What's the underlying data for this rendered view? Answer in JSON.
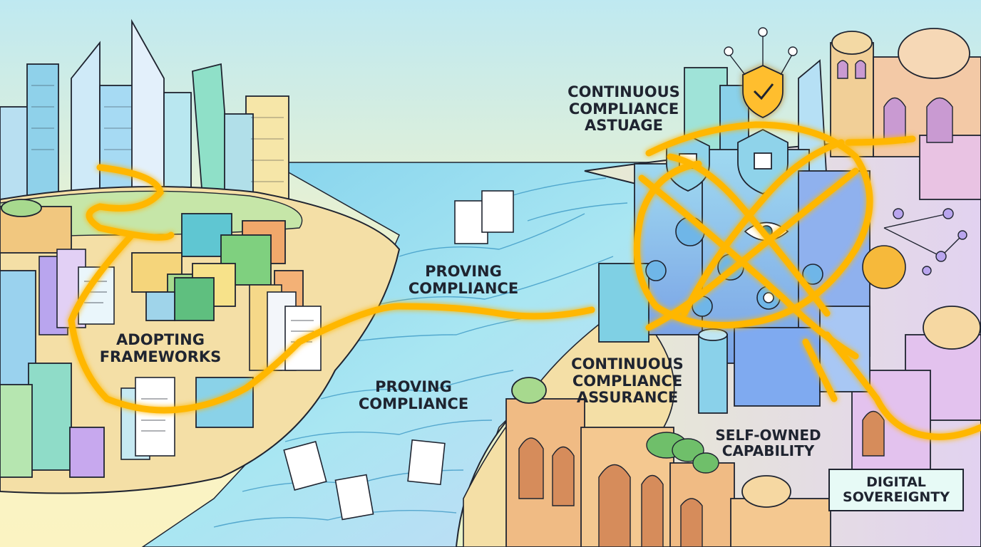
{
  "diagram": {
    "labels": {
      "adopting_frameworks": [
        "ADOPTING",
        "FRAMEWORKS"
      ],
      "proving_compliance_upper": [
        "PROVING",
        "COMPLIANCE"
      ],
      "proving_compliance_lower": [
        "PROVING",
        "COMPLIANCE"
      ],
      "continuous_compliance_astuage": [
        "CONTINUOUS",
        "COMPLIANCE",
        "ASTUAGE"
      ],
      "continuous_compliance_assurance": [
        "CONTINUOUS",
        "COMPLIANCE",
        "ASSURANCE"
      ],
      "self_owned_capability": [
        "SELF-OWNED",
        "CAPABILITY"
      ],
      "digital_sovereignty": [
        "DIGITAL",
        "SOVEREIGNTY"
      ]
    },
    "icons": [
      "shield-check-icon",
      "padlock-shield-icon",
      "gear-icon",
      "eye-icon",
      "lightbulb-icon",
      "network-nodes-icon",
      "document-icon"
    ],
    "colors": {
      "path_glow": "#ffb703",
      "sky": "#f7f3c9",
      "water": "#8fd8ef",
      "sand": "#f4dfa6",
      "grass": "#c6e6a8",
      "arch_stone": "#f1bd8a",
      "ink": "#1f2430"
    }
  }
}
